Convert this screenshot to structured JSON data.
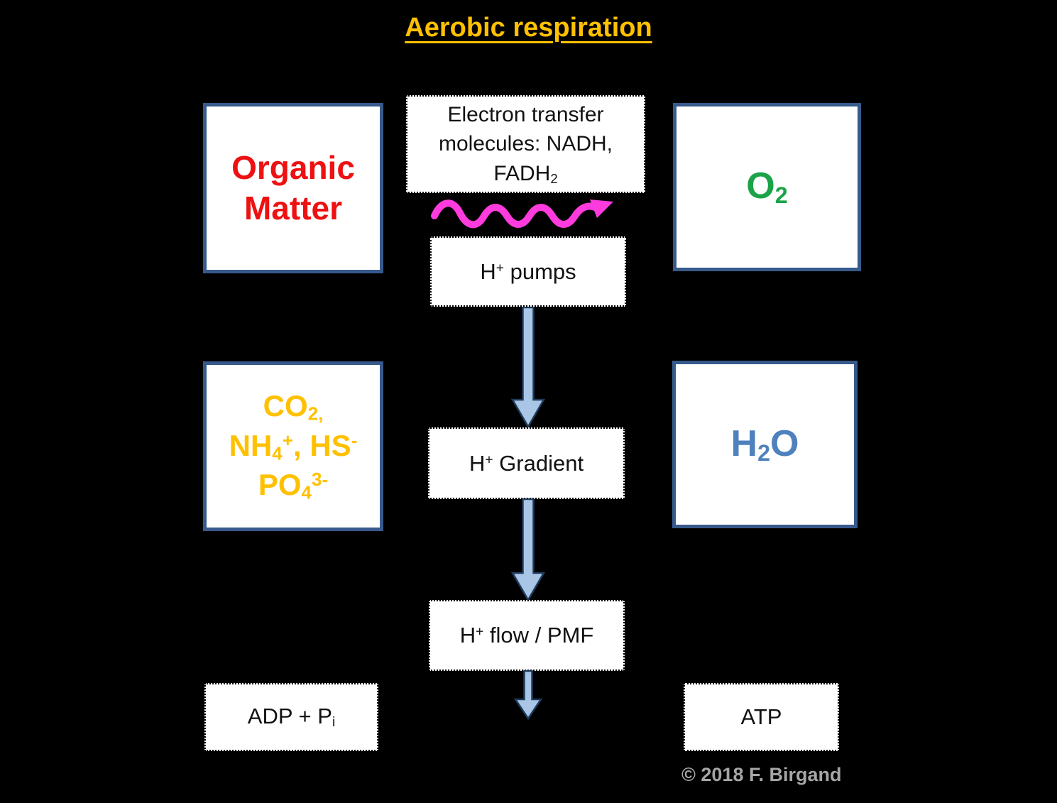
{
  "title": {
    "text": "Aerobic respiration",
    "color": "#FFC000"
  },
  "nodes": {
    "organic_matter": {
      "label": "Organic Matter",
      "color": "#EE1111"
    },
    "byproducts": {
      "color": "#FFC000",
      "line1": {
        "base": "CO",
        "sub": "2,"
      },
      "line2": {
        "base1": "NH",
        "sub1": "4",
        "sup1": "+",
        "mid": ", ",
        "base2": "HS",
        "sup2": "-"
      },
      "line3": {
        "base": "PO",
        "sub": "4",
        "sup": "3-"
      }
    },
    "electron_transfer": {
      "line1": "Electron transfer",
      "line2": "molecules: NADH,",
      "line3_base": "FADH",
      "line3_sub": "2"
    },
    "h_pumps": {
      "base": "H",
      "sup": "+",
      "tail": " pumps"
    },
    "h_gradient": {
      "base": "H",
      "sup": "+",
      "tail": " Gradient"
    },
    "h_flow": {
      "base": "H",
      "sup": "+",
      "tail": " flow / PMF"
    },
    "o2": {
      "base": "O",
      "sub": "2",
      "color": "#1CA349"
    },
    "h2o": {
      "h": "H",
      "sub": "2",
      "o": "O",
      "color": "#4E81BD"
    },
    "adp": {
      "base": "ADP + P",
      "sub": "i"
    },
    "atp": {
      "label": "ATP"
    }
  },
  "footer": {
    "copyright": "© 2018 F. Birgand",
    "color": "#A6A6A6"
  },
  "colors": {
    "background": "#000000",
    "solid_box_border": "#375A8C",
    "down_arrow_fill": "#A9C6E6",
    "down_arrow_stroke": "#1F3B5C",
    "wavy_arrow": "#FF3BDE"
  }
}
